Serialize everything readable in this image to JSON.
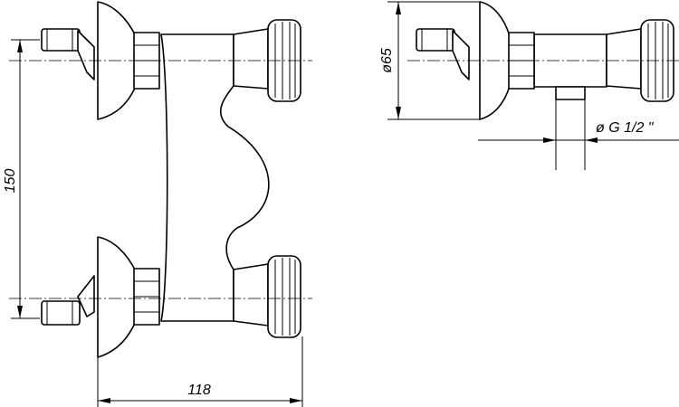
{
  "drawing": {
    "dim_height": "150",
    "dim_width": "118",
    "dim_diameter": "ø65",
    "dim_thread": "ø G 1/2 \""
  },
  "colors": {
    "line": "#000000",
    "background": "#ffffff"
  }
}
